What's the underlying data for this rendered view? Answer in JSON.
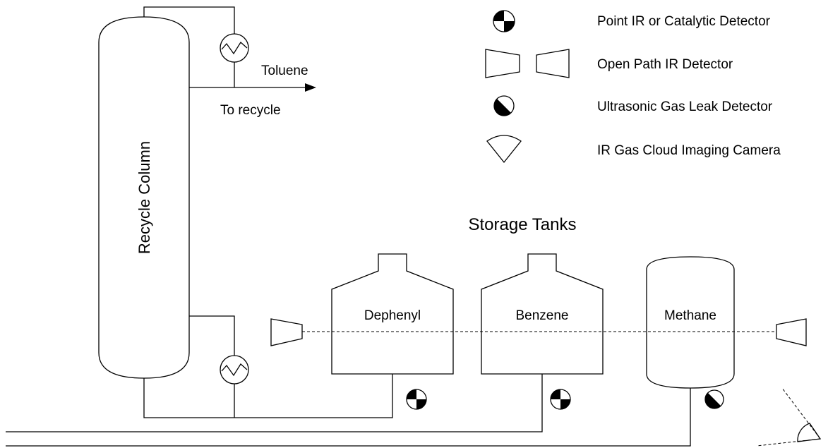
{
  "column": {
    "label": "Recycle Column"
  },
  "streams": {
    "toluene": "Toluene",
    "to_recycle": "To recycle"
  },
  "storage": {
    "heading": "Storage Tanks",
    "tanks": [
      "Dephenyl",
      "Benzene",
      "Methane"
    ]
  },
  "legend": {
    "items": [
      {
        "symbol": "point-ir-catalytic-detector-icon",
        "label": "Point IR or Catalytic Detector"
      },
      {
        "symbol": "open-path-ir-detector-icon",
        "label": "Open Path IR Detector"
      },
      {
        "symbol": "ultrasonic-gas-leak-detector-icon",
        "label": "Ultrasonic Gas Leak Detector"
      },
      {
        "symbol": "ir-gas-cloud-imaging-camera-icon",
        "label": "IR Gas Cloud Imaging Camera"
      }
    ]
  }
}
